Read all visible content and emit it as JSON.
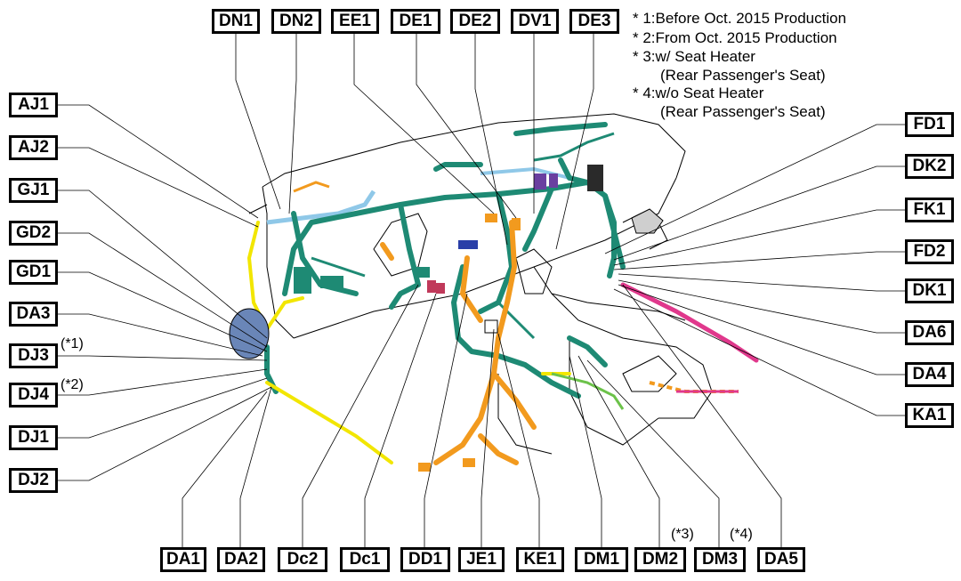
{
  "labels": {
    "DN1": "DN1",
    "DN2": "DN2",
    "EE1": "EE1",
    "DE1": "DE1",
    "DE2": "DE2",
    "DV1": "DV1",
    "DE3": "DE3",
    "AJ1": "AJ1",
    "AJ2": "AJ2",
    "GJ1": "GJ1",
    "GD2": "GD2",
    "GD1": "GD1",
    "DA3": "DA3",
    "DJ3": "DJ3",
    "DJ4": "DJ4",
    "DJ1": "DJ1",
    "DJ2": "DJ2",
    "FD1": "FD1",
    "DK2": "DK2",
    "FK1": "FK1",
    "FD2": "FD2",
    "DK1": "DK1",
    "DA6": "DA6",
    "DA4": "DA4",
    "KA1": "KA1",
    "DA1": "DA1",
    "DA2": "DA2",
    "Dc2": "Dc2",
    "Dc1": "Dc1",
    "DD1": "DD1",
    "JE1": "JE1",
    "KE1": "KE1",
    "DM1": "DM1",
    "DM2": "DM2",
    "DM3": "DM3",
    "DA5": "DA5"
  },
  "notes": [
    "* 1:Before Oct. 2015 Production",
    "* 2:From Oct. 2015 Production",
    "* 3:w/ Seat Heater",
    "(Rear Passenger's Seat)",
    "* 4:w/o Seat Heater",
    "(Rear Passenger's Seat)"
  ],
  "marks": {
    "m1": "(*1)",
    "m2": "(*2)",
    "m3": "(*3)",
    "m4": "(*4)"
  },
  "colors": {
    "harness_teal": "#1e8a74",
    "harness_yellow": "#f2e600",
    "harness_orange": "#f29a1e",
    "harness_pink": "#e0388c",
    "harness_light_blue": "#8fc8e8",
    "harness_green": "#6cc24a",
    "connector_purple": "#6a3fa0",
    "connector_blue": "#2a3fa8"
  }
}
